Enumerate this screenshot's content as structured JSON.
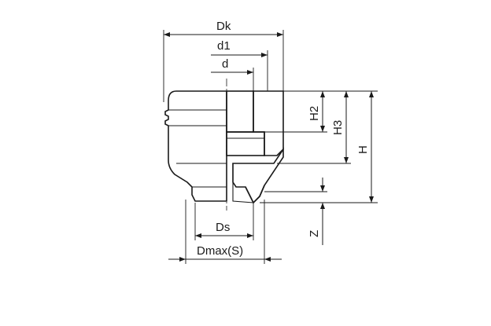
{
  "diagram": {
    "labels": {
      "dk": "Dk",
      "d1": "d1",
      "d": "d",
      "h2": "H2",
      "h3": "H3",
      "h": "H",
      "z": "Z",
      "ds": "Ds",
      "dmax": "Dmax(S)"
    },
    "colors": {
      "line": "#1a1a1a",
      "body_fill": "#dcdcdc",
      "body_highlight": "#f2f2f2",
      "background": "#ffffff"
    }
  }
}
